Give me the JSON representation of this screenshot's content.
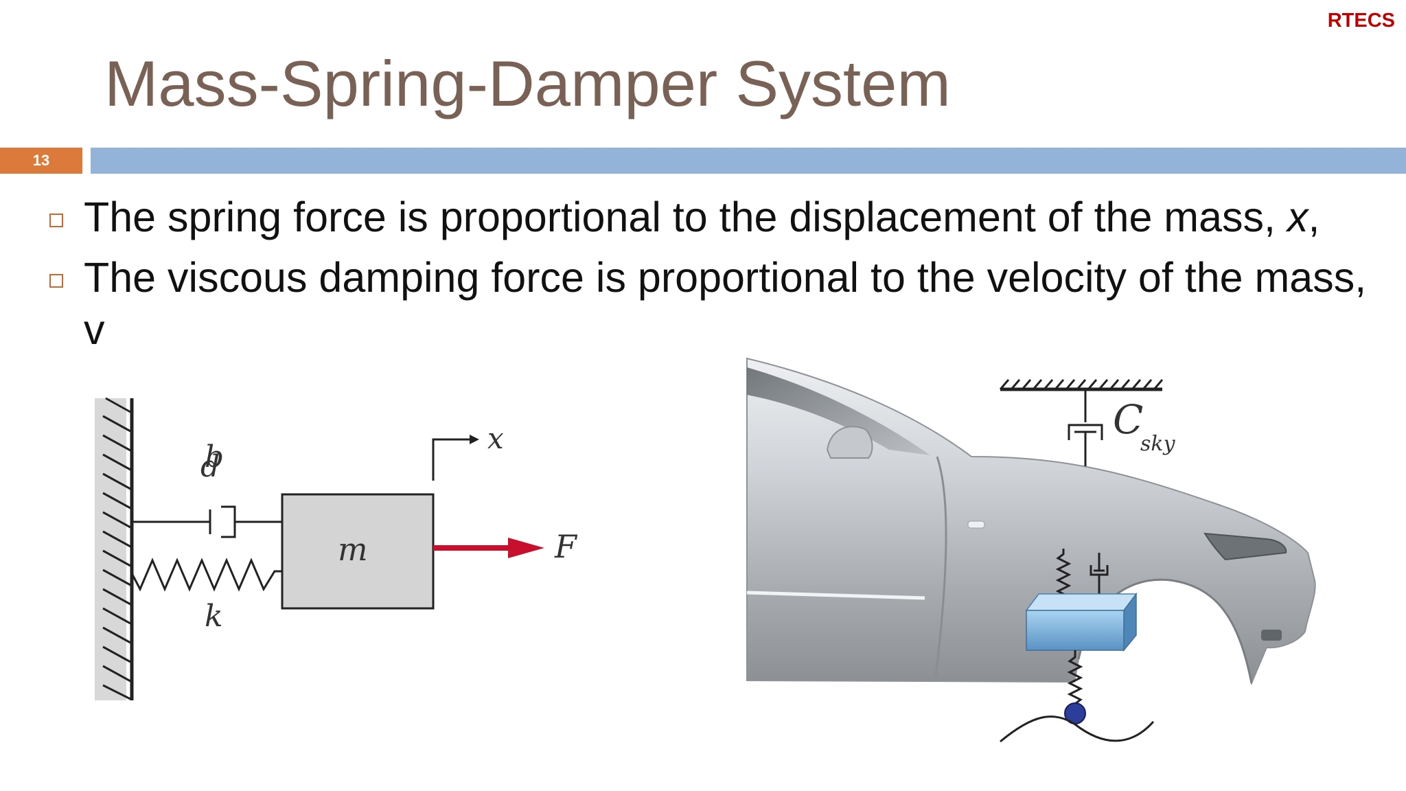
{
  "header": {
    "brand": "RTECS",
    "title": "Mass-Spring-Damper System",
    "slide_number": "13"
  },
  "bullets": [
    {
      "text": "The spring force is proportional to the displacement of the mass, ",
      "variable": "x",
      "suffix": ","
    },
    {
      "text": "The viscous damping force is proportional to the velocity of the mass, v"
    }
  ],
  "diagram_msd": {
    "damper_label": "b",
    "damper_label_overlay": "d",
    "mass_label": "m",
    "spring_label": "k",
    "displacement_label": "x",
    "force_label": "F"
  },
  "diagram_car": {
    "skyhook_label": "C",
    "skyhook_subscript": "sky"
  },
  "colors": {
    "title": "#7a6155",
    "brand": "#c00000",
    "slide_number_bg": "#dc7a3c",
    "title_bar": "#93b3d8",
    "force_arrow": "#c8102e",
    "bullet_box": "#c26a34"
  }
}
